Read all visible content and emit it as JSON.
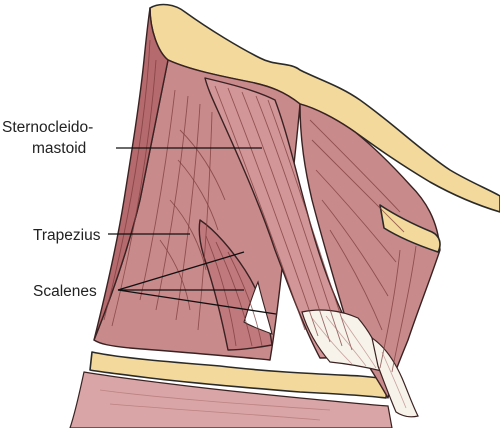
{
  "labels": {
    "sternocleidomastoid_line1": "Sternocleido-",
    "sternocleidomastoid_line2": "mastoid",
    "trapezius": "Trapezius",
    "scalenes": "Scalenes"
  },
  "colors": {
    "bone": "#f3d99b",
    "muscle_dark": "#b56a6e",
    "muscle_mid": "#c98a8c",
    "muscle_light": "#d9a5a6",
    "tendon": "#f7f3ea",
    "outline": "#2a2a2a"
  }
}
